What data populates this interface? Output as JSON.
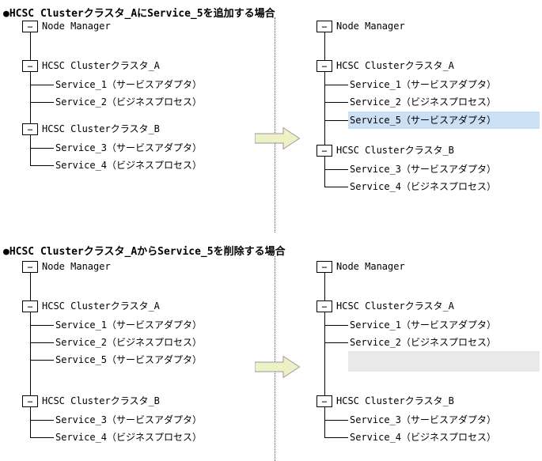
{
  "glyphs": {
    "collapse": "−"
  },
  "colors": {
    "tree_line": "#000000",
    "added_highlight": "#cce0f5",
    "removed_placeholder": "#e9e9e9",
    "arrow_fill": "#eef0c6",
    "arrow_border": "#999999"
  },
  "sections": [
    {
      "title": "●HCSC Clusterクラスタ_AにService_5を追加する場合",
      "before": {
        "root": "Node Manager",
        "cluster_a": "HCSC Clusterクラスタ_A",
        "a_children": [
          "Service_1（サービスアダプタ）",
          "Service_2（ビジネスプロセス）"
        ],
        "cluster_b": "HCSC Clusterクラスタ_B",
        "b_children": [
          "Service_3（サービスアダプタ）",
          "Service_4（ビジネスプロセス）"
        ]
      },
      "after": {
        "root": "Node Manager",
        "cluster_a": "HCSC Clusterクラスタ_A",
        "a_children": [
          "Service_1（サービスアダプタ）",
          "Service_2（ビジネスプロセス）",
          "Service_5（サービスアダプタ）"
        ],
        "highlighted_child_index": 2,
        "cluster_b": "HCSC Clusterクラスタ_B",
        "b_children": [
          "Service_3（サービスアダプタ）",
          "Service_4（ビジネスプロセス）"
        ]
      }
    },
    {
      "title": "●HCSC Clusterクラスタ_AからService_5を削除する場合",
      "before": {
        "root": "Node Manager",
        "cluster_a": "HCSC Clusterクラスタ_A",
        "a_children": [
          "Service_1（サービスアダプタ）",
          "Service_2（ビジネスプロセス）",
          "Service_5（サービスアダプタ）"
        ],
        "cluster_b": "HCSC Clusterクラスタ_B",
        "b_children": [
          "Service_3（サービスアダプタ）",
          "Service_4（ビジネスプロセス）"
        ]
      },
      "after": {
        "root": "Node Manager",
        "cluster_a": "HCSC Clusterクラスタ_A",
        "a_children": [
          "Service_1（サービスアダプタ）",
          "Service_2（ビジネスプロセス）"
        ],
        "removed_child_placeholder": true,
        "cluster_b": "HCSC Clusterクラスタ_B",
        "b_children": [
          "Service_3（サービスアダプタ）",
          "Service_4（ビジネスプロセス）"
        ]
      }
    }
  ]
}
